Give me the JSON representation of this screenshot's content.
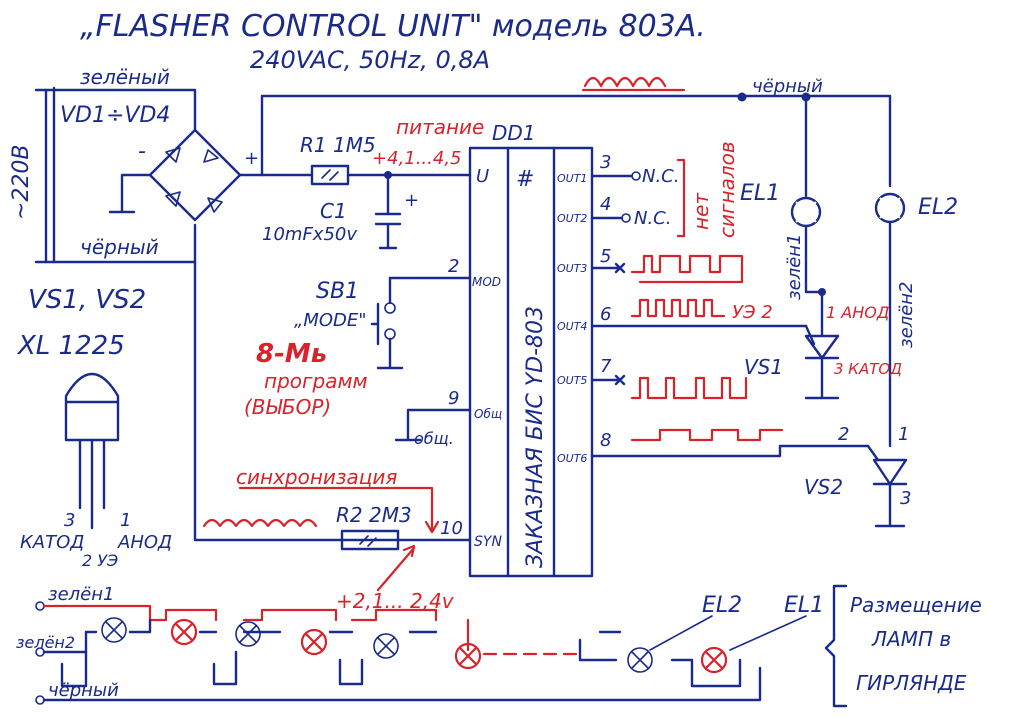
{
  "title": "„FLASHER  CONTROL UNIT\" модель 803А.",
  "subtitle": "240VAC, 50Hz, 0,8A",
  "labels": {
    "zeleny_top": "зелёный",
    "bridge": "VD1÷VD4",
    "v220": "~220В",
    "cherny_mid": "чёрный",
    "cherny_top": "чёрный",
    "r1": "R1 1M5",
    "pitanie": "питание",
    "pitanie_v": "+4,1...4,5",
    "dd1": "DD1",
    "c1": "C1",
    "c1_val": "10mFx50v",
    "plus": "+",
    "minus": "-",
    "vs12": "VS1, VS2",
    "xl": "XL 1225",
    "sb1": "SB1",
    "mode": "„MODE\"",
    "progs": "8-Мь",
    "progs2": "программ",
    "progs3": "(ВЫБОР)",
    "obsh": "общ.",
    "sync": "синхронизация",
    "r2": "R2 2M3",
    "sync_v": "+2,1... 2,4v",
    "pin_u": "U",
    "pin_hash": "#",
    "pin_mod": "MOD",
    "pin_obsh": "Общ",
    "pin_syn": "SYN",
    "chip": "ЗАКАЗНАЯ БИС YD-803",
    "out1": "OUT1",
    "out2": "OUT2",
    "out3": "OUT3",
    "out4": "OUT4",
    "out5": "OUT5",
    "out6": "OUT6",
    "n1": "1",
    "n2": "2",
    "n3": "3",
    "n4": "4",
    "n5": "5",
    "n6": "6",
    "n7": "7",
    "n8": "8",
    "n9": "9",
    "n10": "10",
    "nc1": "N.C.",
    "nc2": "N.C.",
    "net": "нет",
    "signalov": "сигналов",
    "el1": "EL1",
    "el2": "EL2",
    "zelen1_v": "зелён1",
    "zelen2_v": "зелён2",
    "ue": "УЭ 2",
    "anod_r": "1 АНОД",
    "katod_r": "3 КАТОД",
    "vs1": "VS1",
    "vs2": "VS2",
    "vs2_2": "2",
    "vs2_1": "1",
    "vs2_3": "3",
    "katod_l": "КАТОД",
    "anod_l": "АНОД",
    "ue_l": "2 УЭ",
    "pin3_l": "3",
    "pin1_l": "1",
    "g_zelen1": "зелён1",
    "g_zelen2": "зелён2",
    "g_cherny": "чёрный",
    "g_el2": "EL2",
    "g_el1": "EL1",
    "placement1": "Размещение",
    "placement2": "ЛАМП в",
    "placement3": "ГИРЛЯНДЕ"
  },
  "colors": {
    "ink": "#1a2b8c",
    "red": "#d8232a"
  }
}
